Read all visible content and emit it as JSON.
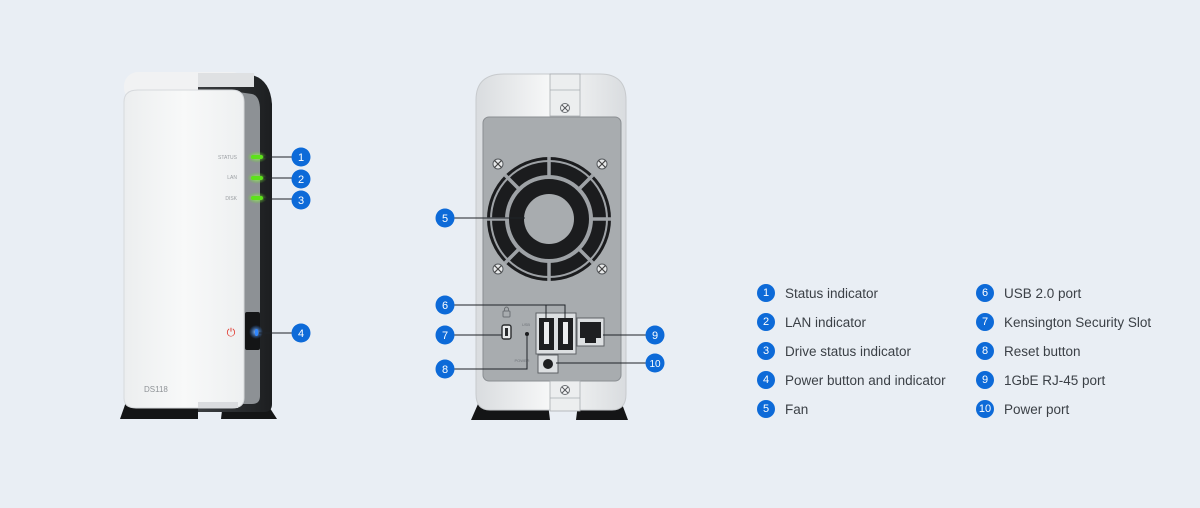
{
  "device_front": {
    "led_labels": [
      "STATUS",
      "LAN",
      "DISK"
    ],
    "model_label": "DS118",
    "power_glyph": "⏻"
  },
  "device_back": {
    "port_labels": {
      "usb": "USB",
      "power": "POWER"
    }
  },
  "callouts": [
    "1",
    "2",
    "3",
    "4",
    "5",
    "6",
    "7",
    "8",
    "9",
    "10"
  ],
  "legend": [
    {
      "num": "1",
      "label": "Status indicator"
    },
    {
      "num": "2",
      "label": "LAN indicator"
    },
    {
      "num": "3",
      "label": "Drive status indicator"
    },
    {
      "num": "4",
      "label": "Power button and indicator"
    },
    {
      "num": "5",
      "label": "Fan"
    },
    {
      "num": "6",
      "label": "USB 2.0 port"
    },
    {
      "num": "7",
      "label": "Kensington Security Slot"
    },
    {
      "num": "8",
      "label": "Reset button"
    },
    {
      "num": "9",
      "label": "1GbE RJ-45 port"
    },
    {
      "num": "10",
      "label": "Power port"
    }
  ],
  "colors": {
    "background": "#e9eef4",
    "callout": "#0d6ad8",
    "led_green": "#5de11a",
    "power_led": "#2f86ff",
    "power_icon": "#e0342a"
  }
}
